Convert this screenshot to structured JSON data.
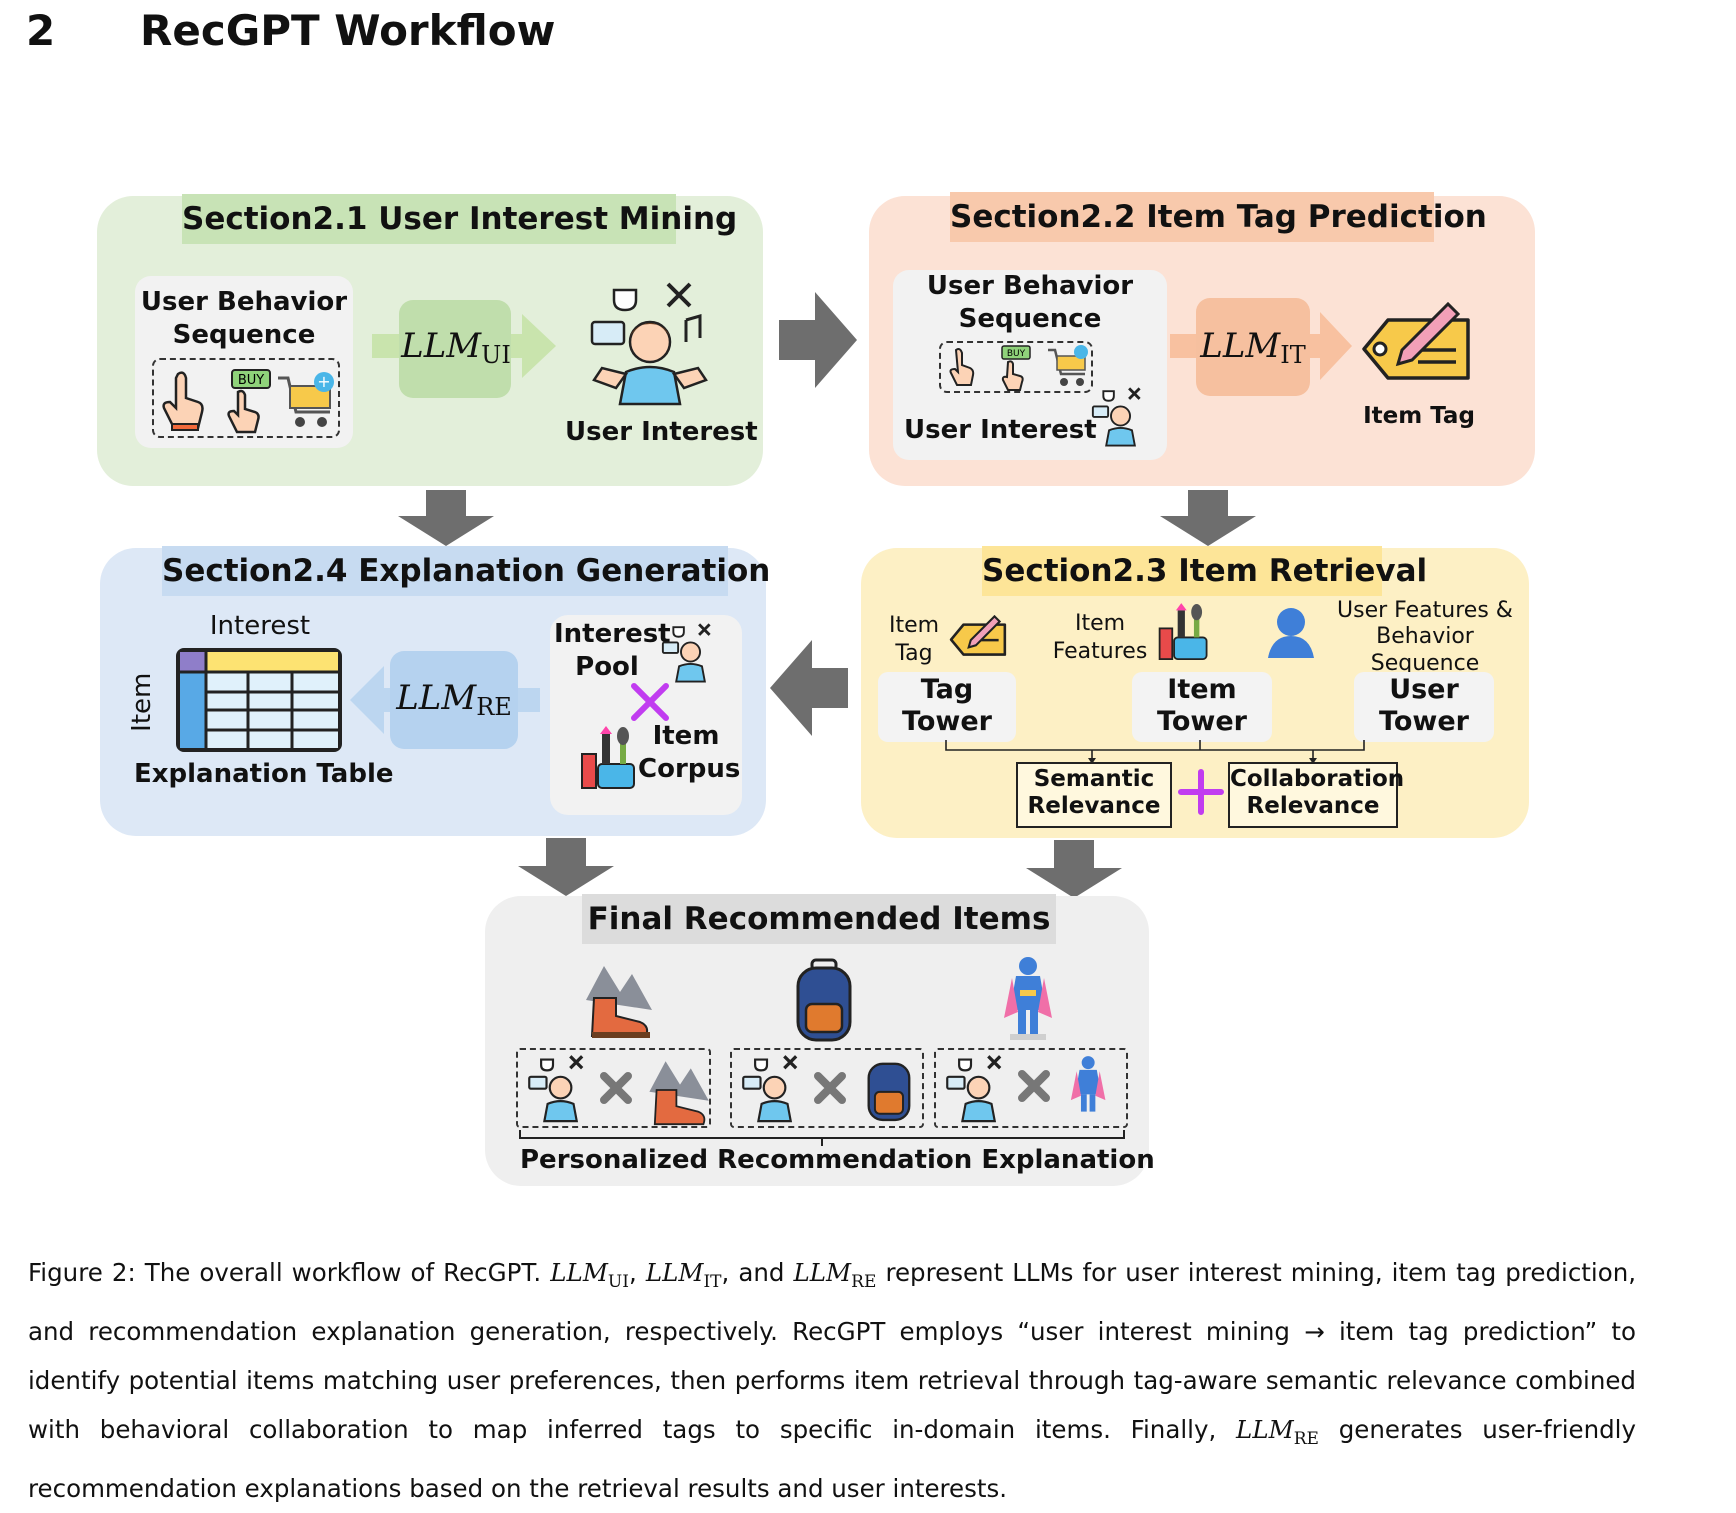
{
  "section": {
    "number": "2",
    "title": "RecGPT Workflow"
  },
  "panels": {
    "uim": {
      "title": "Section2.1 User Interest Mining",
      "behavior_label": "User Behavior Sequence",
      "buy_text": "BUY",
      "llm_base": "LLM",
      "llm_sub": "UI",
      "output_label": "User Interest"
    },
    "itp": {
      "title": "Section2.2 Item Tag Prediction",
      "behavior_label": "User Behavior Sequence",
      "buy_text": "BUY",
      "interest_label": "User Interest",
      "llm_base": "LLM",
      "llm_sub": "IT",
      "output_label": "Item Tag"
    },
    "ir": {
      "title": "Section2.3 Item Retrieval",
      "item_tag_label": "Item Tag",
      "item_features_label": "Item Features",
      "user_features_label": "User Features & Behavior Sequence",
      "towers": [
        "Tag Tower",
        "Item Tower",
        "User Tower"
      ],
      "semantic_label": "Semantic Relevance",
      "collab_label": "Collaboration Relevance"
    },
    "eg": {
      "title": "Section2.4 Explanation Generation",
      "interest_axis": "Interest",
      "item_axis": "Item",
      "table_label": "Explanation Table",
      "llm_base": "LLM",
      "llm_sub": "RE",
      "pool_label": "Interest Pool",
      "corpus_label": "Item Corpus"
    },
    "final": {
      "title": "Final Recommended Items",
      "items": [
        "hiking-boots",
        "backpack",
        "superhero-figure"
      ],
      "explanation_label": "Personalized Recommendation Explanation"
    }
  },
  "colors": {
    "green_panel": "#e3efda",
    "green_title": "#c8e3b6",
    "orange_panel": "#fce2d5",
    "orange_title": "#f8c9ac",
    "yellow_panel": "#fdf0c5",
    "yellow_title": "#fde598",
    "blue_panel": "#dde8f6",
    "blue_title": "#c7dbf1",
    "gray_panel": "#efefef",
    "gray_title": "#dcdcdc",
    "arrow": "#6e6e6e",
    "plus": "#c13cf0"
  },
  "caption": {
    "lead": "Figure 2: The overall workflow of RecGPT.",
    "t1": "represent LLMs for user interest mining, item tag prediction, and recommendation explanation generation, respectively. RecGPT employs “user interest mining → item tag prediction” to identify potential items matching user preferences, then performs item retrieval through tag-aware semantic relevance combined with behavioral collaboration to map inferred tags to specific in-domain items. Finally,",
    "t2": "generates user-friendly recommendation explanations based on the retrieval results and user interests.",
    "and": "and",
    "m_base": "LLM",
    "s_ui": "UI",
    "s_it": "IT",
    "s_re": "RE"
  }
}
